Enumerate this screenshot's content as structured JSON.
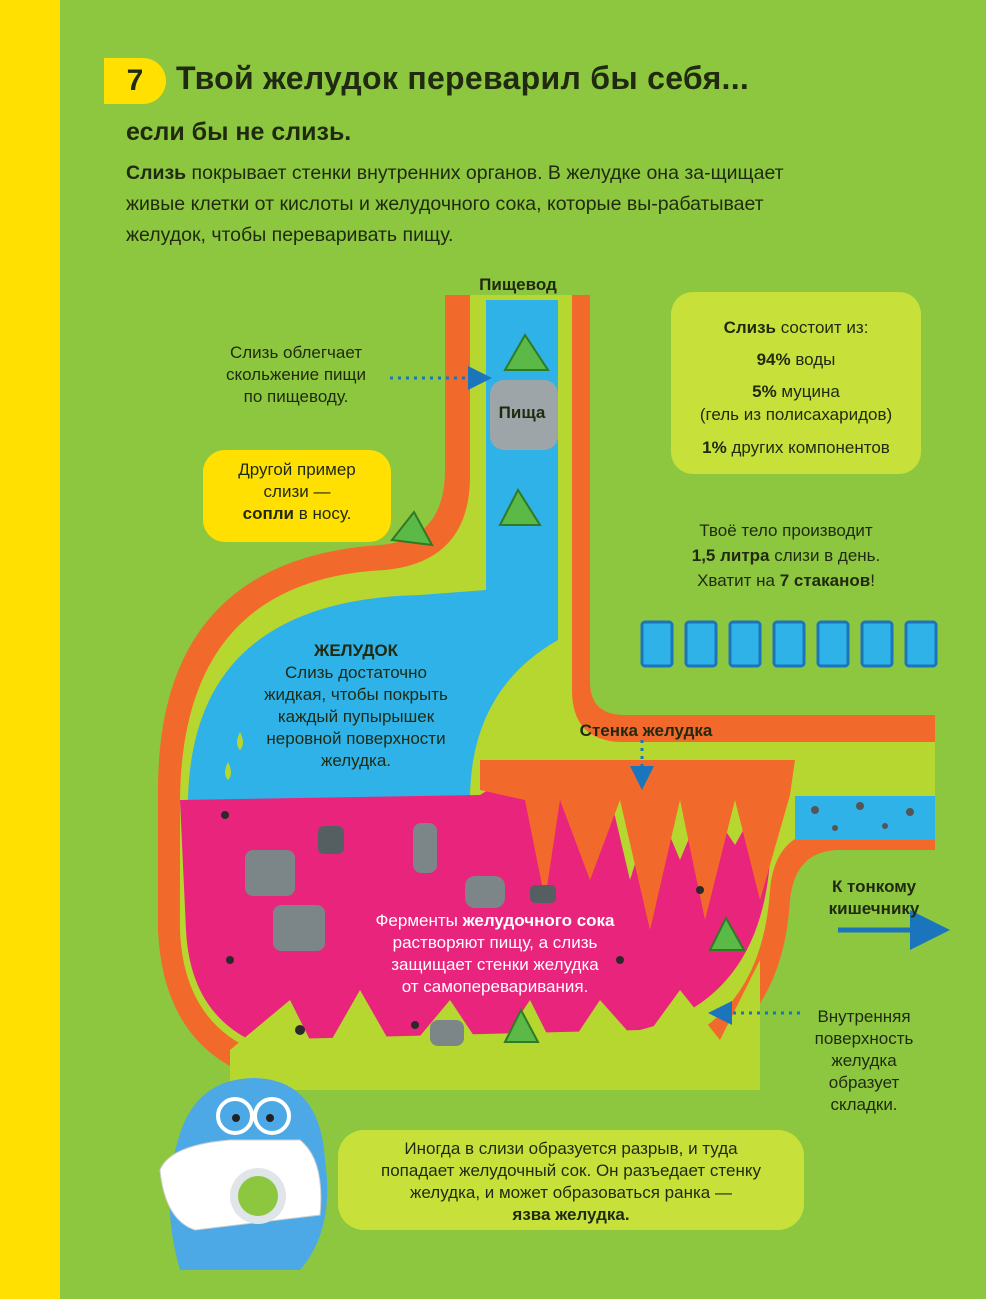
{
  "header": {
    "number": "7",
    "title": "Твой желудок переварил бы себя...",
    "subtitle": "если бы не слизь."
  },
  "intro": {
    "lead": "Слизь",
    "text": " покрывает стенки внутренних органов. В желудке она за-щищает живые клетки от кислоты и желудочного сока, которые вы-рабатывает желудок, чтобы переваривать пищу."
  },
  "labels": {
    "esophagus": "Пищевод",
    "food": "Пища",
    "esophagus_note": [
      "Слизь облегчает",
      "скольжение пищи",
      "по пищеводу."
    ],
    "snot_box": {
      "line1": "Другой пример",
      "line2": "слизи —",
      "bold": "сопли",
      "rest": " в носу."
    },
    "stomach_title": "ЖЕЛУДОК",
    "stomach_note": [
      "Слизь достаточно",
      "жидкая, чтобы покрыть",
      "каждый пупырышек",
      "неровной поверхности",
      "желудка."
    ],
    "wall": "Стенка желудка",
    "juice": {
      "pre": "Ферменты ",
      "bold": "желудочного сока",
      "rest": [
        "растворяют пищу, а слизь",
        "защищает стенки желудка",
        "от самопереваривания."
      ]
    },
    "intestine": [
      "К тонкому",
      "кишечнику"
    ],
    "inner": [
      "Внутренняя",
      "поверхность",
      "желудка",
      "образует",
      "складки."
    ]
  },
  "composition": {
    "head_bold": "Слизь",
    "head_rest": " состоит из:",
    "items": [
      {
        "bold": "94%",
        "rest": " воды"
      },
      {
        "bold": "5%",
        "rest": " муцина"
      },
      {
        "bold": "",
        "rest": "(гель из полисахаридов)"
      },
      {
        "bold": "1%",
        "rest": " других компонентов"
      }
    ]
  },
  "production": {
    "line1": "Твоё тело производит",
    "line2_bold": "1,5 литра",
    "line2_rest": " слизи в день.",
    "line3_pre": "Хватит на ",
    "line3_bold": "7 стаканов",
    "line3_post": "!",
    "glasses": 7
  },
  "ulcer": {
    "lines": [
      "Иногда в слизи образуется разрыв, и туда",
      "попадает желудочный сок. Он разъедает стенку",
      "желудка, и может образоваться ранка —"
    ],
    "bold": "язва желудка."
  },
  "colors": {
    "background": "#8dc63f",
    "accent_yellow": "#ffe000",
    "wall_orange": "#f26a2b",
    "mucus_lime": "#b6d72f",
    "fluid_blue": "#2fb2e8",
    "juice_pink": "#e8247c",
    "arrow_blue": "#1b75bc"
  }
}
